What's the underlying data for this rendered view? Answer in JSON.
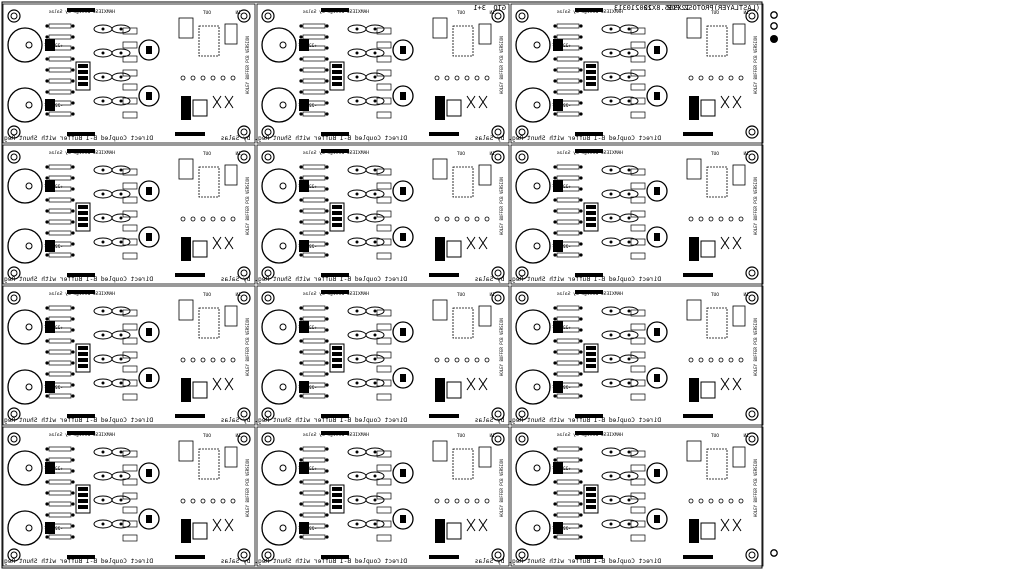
{
  "sheet": {
    "header_path": "(LASTLAYER)PROTOS2.PCB",
    "header_size": "12X365.8X12",
    "header_code": "200210313",
    "header_gto": "GTO",
    "header_panel": "3+1"
  },
  "board": {
    "title": "Direct Coupled B-1 Buffer with Shunt Reg. by Salas",
    "top_label": "HAMXIESE Design by Salas",
    "cap_label": "+2200uF",
    "cap_label_low": "-2200uF",
    "out_label": "OUT",
    "in_label": "IN",
    "side_label": "HOLEY BUFFER PCB VERSION"
  },
  "layout": {
    "rows": 4,
    "cols": 3
  },
  "colors": {
    "ink": "#000000",
    "paper": "#ffffff"
  }
}
